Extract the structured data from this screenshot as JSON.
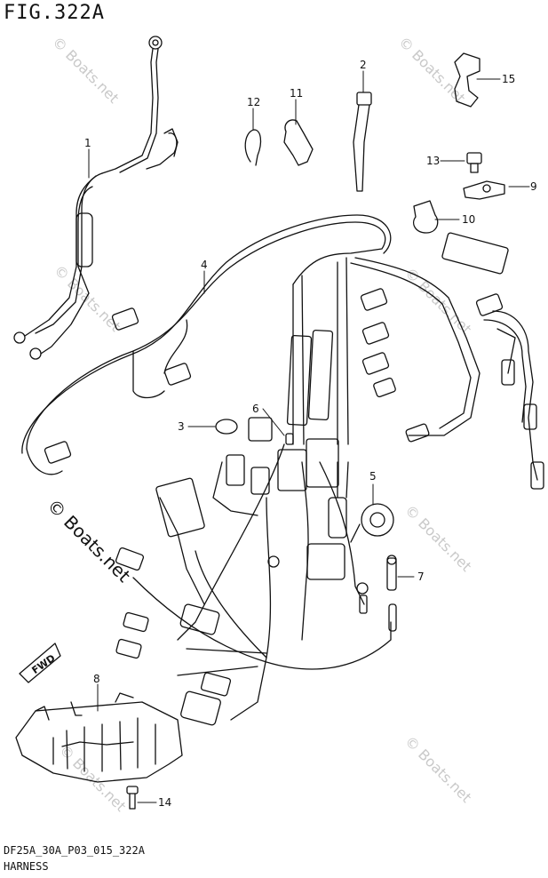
{
  "figure": {
    "title": "FIG.322A",
    "code": "DF25A_30A_P03_015_322A",
    "name": "HARNESS"
  },
  "watermark": "© Boats.net",
  "direction_badge": "FWD",
  "callouts": [
    "1",
    "2",
    "3",
    "4",
    "5",
    "6",
    "7",
    "8",
    "9",
    "10",
    "11",
    "12",
    "13",
    "14",
    "15"
  ]
}
